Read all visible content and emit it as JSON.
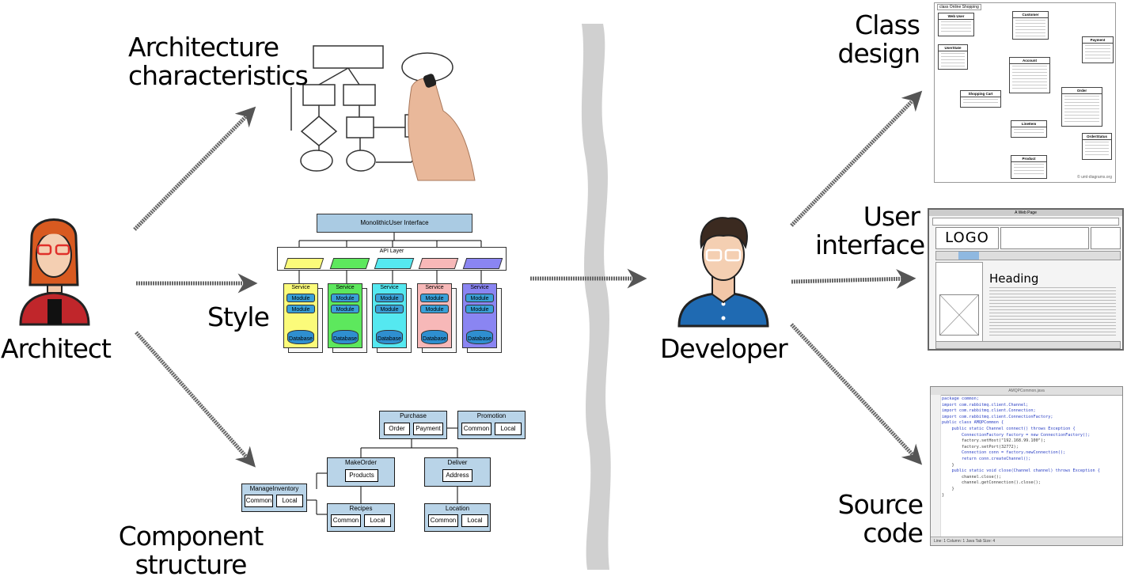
{
  "labels": {
    "architect": "Architect",
    "developer": "Developer",
    "arch_char": [
      "Architecture",
      "characteristics"
    ],
    "style": "Style",
    "component": [
      "Component",
      "structure"
    ],
    "class_design": [
      "Class",
      "design"
    ],
    "user_interface": [
      "User",
      "interface"
    ],
    "source_code": [
      "Source",
      "code"
    ]
  },
  "style_diagram": {
    "ui_title": "MonolithicUser Interface",
    "api_layer": "API Layer",
    "service": "Service",
    "module": "Module",
    "database": "Database",
    "colors": [
      "#fbfb7a",
      "#5de85d",
      "#55e8f0",
      "#f7b8b8",
      "#8a85f2"
    ]
  },
  "component_diagram": {
    "purchase": {
      "title": "Purchase",
      "items": [
        "Order",
        "Payment"
      ]
    },
    "promotion": {
      "title": "Promotion",
      "items": [
        "Common",
        "Local"
      ]
    },
    "makeorder": {
      "title": "MakeOrder",
      "items": [
        "Products"
      ]
    },
    "deliver": {
      "title": "Deliver",
      "items": [
        "Address"
      ]
    },
    "manage": {
      "title": "ManageInventory",
      "items": [
        "Common",
        "Local"
      ]
    },
    "recipes": {
      "title": "Recipes",
      "items": [
        "Common",
        "Local"
      ]
    },
    "location": {
      "title": "Location",
      "items": [
        "Common",
        "Local"
      ]
    }
  },
  "class_diagram": {
    "header": "class Online Shopping",
    "classes": [
      "Web User",
      "Customer",
      "Payment",
      "Account",
      "Shopping Cart",
      "Order",
      "LineItem",
      "Product",
      "OrderStatus",
      "UserState"
    ],
    "footer": "© uml-diagrams.org"
  },
  "wireframe": {
    "logo": "LOGO",
    "heading": "Heading",
    "window_title": "A Web Page"
  },
  "source_code": {
    "title": "AMQPCommon.java",
    "lines": [
      "package common;",
      "",
      "import com.rabbitmq.client.Channel;",
      "import com.rabbitmq.client.Connection;",
      "import com.rabbitmq.client.ConnectionFactory;",
      "",
      "public class AMQPCommon {",
      "",
      "    public static Channel connect() throws Exception {",
      "        ConnectionFactory factory = new ConnectionFactory();",
      "        factory.setHost(\"192.168.99.100\");",
      "        factory.setPort(32772);",
      "        Connection conn = factory.newConnection();",
      "        return conn.createChannel();",
      "    }",
      "",
      "    public static void close(Channel channel) throws Exception {",
      "        channel.close();",
      "        channel.getConnection().close();",
      "    }",
      "",
      "}"
    ],
    "status": "Line: 1   Column: 1      Java      Tab Size: 4"
  }
}
